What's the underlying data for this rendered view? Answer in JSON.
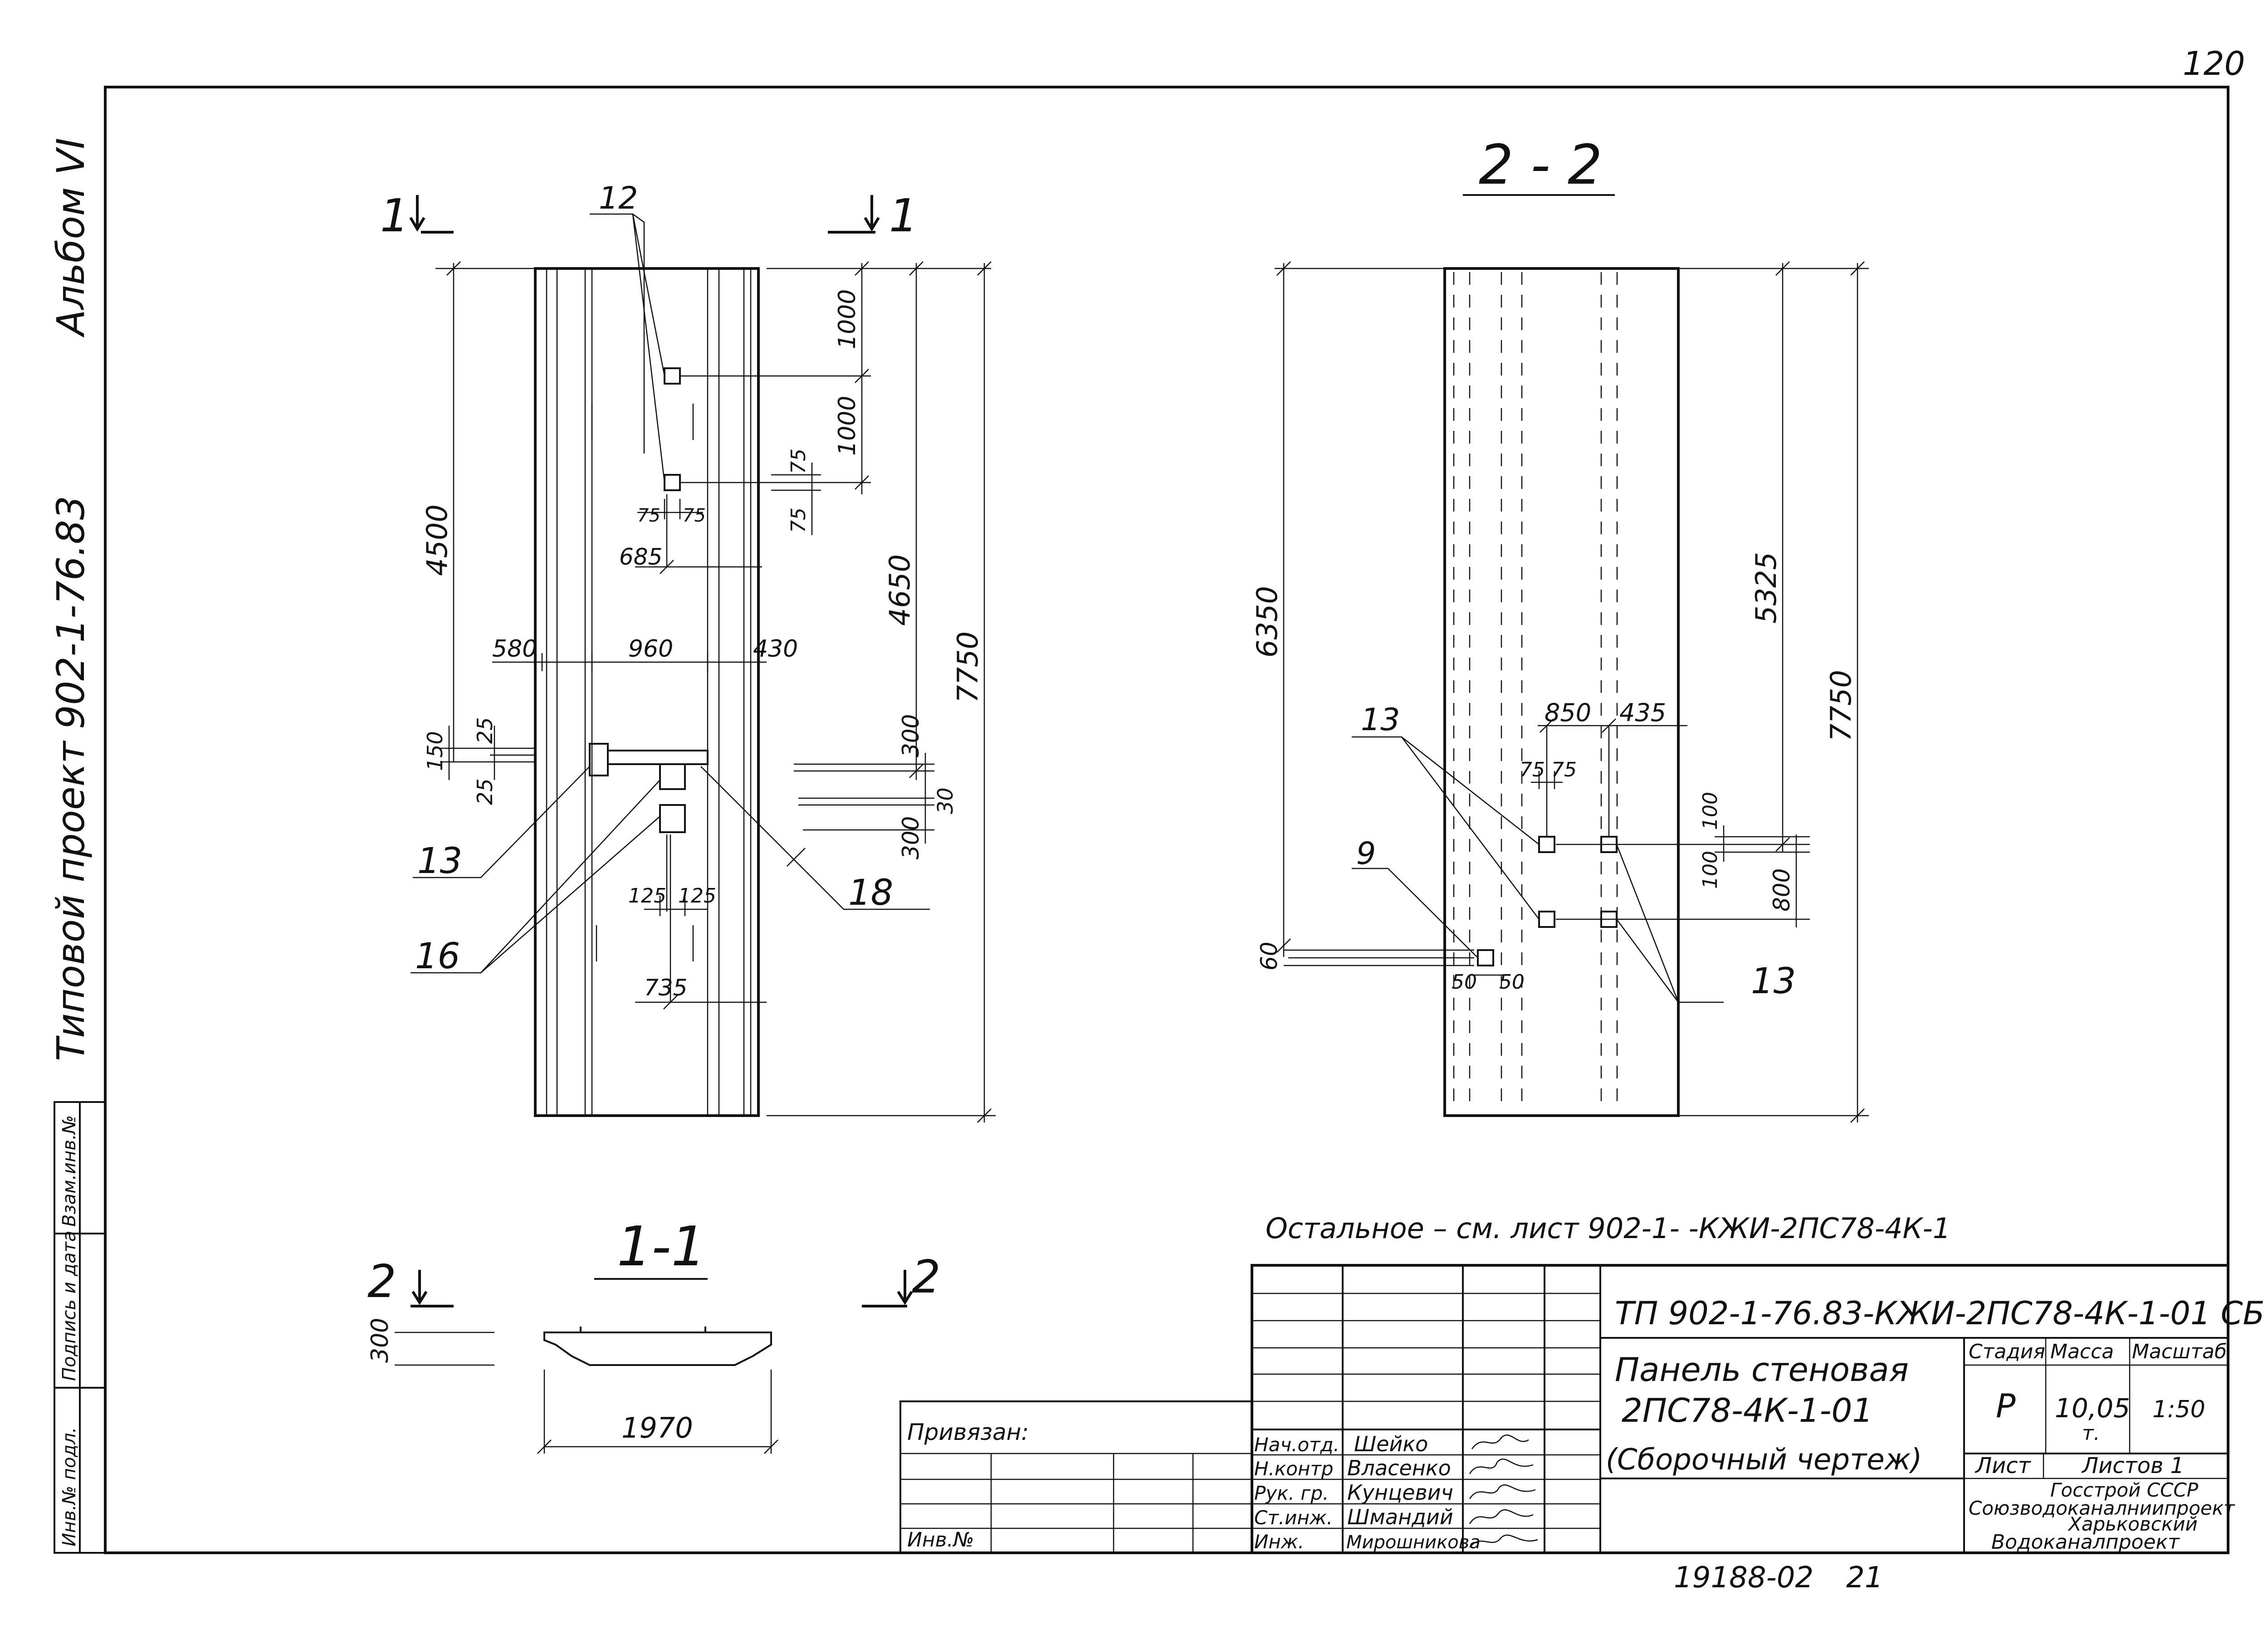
{
  "sheet": {
    "page_number": "120",
    "album": "Альбом VI",
    "project": "Типовой проект 902-1-76.83",
    "note": "Остальное – см. лист 902-1-    -КЖИ-2ПС78-4К-1",
    "bottom_code": "19188-02",
    "bottom_number": "21"
  },
  "side_stamp": [
    "Взам.инв.№",
    "Подпись и дата",
    "Инв.№ подл."
  ],
  "sections": {
    "left_cut_label": "1",
    "right_cut_label": "1",
    "view_2_2": "2 - 2",
    "view_1_1": "1-1",
    "section_marker_left": "2",
    "section_marker_right": "2"
  },
  "elevation": {
    "dims": {
      "top_1000": "1000",
      "mid_1000": "1000",
      "d75_a": "75",
      "d75_b": "75",
      "d75_c": "75",
      "d75_d": "75",
      "d685": "685",
      "d4500": "4500",
      "d4650": "4650",
      "d7750": "7750",
      "d580": "580",
      "d960": "960",
      "d430": "430",
      "d150": "150",
      "d25_a": "25",
      "d25_b": "25",
      "d300_a": "300",
      "d30": "30",
      "d300_b": "300",
      "d125_a": "125",
      "d125_b": "125",
      "d735": "735"
    },
    "callouts": {
      "c12": "12",
      "c13": "13",
      "c16": "16",
      "c18": "18"
    }
  },
  "section22": {
    "dims": {
      "d6350": "6350",
      "d5325": "5325",
      "d7750": "7750",
      "d850": "850",
      "d435": "435",
      "d75_a": "75",
      "d75_b": "75",
      "d100_a": "100",
      "d100_b": "100",
      "d800": "800",
      "d60": "60",
      "d50_a": "50",
      "d50_b": "50"
    },
    "callouts": {
      "c13_top": "13",
      "c9": "9",
      "c13_bottom": "13"
    }
  },
  "section11": {
    "d300": "300",
    "d1970": "1970"
  },
  "title_block": {
    "doc_code": "ТП 902-1-76.83-КЖИ-2ПС78-4К-1-01 СБ",
    "title_line1": "Панель стеновая",
    "title_line2": "2ПС78-4К-1-01",
    "title_line3": "(Сборочный чертеж)",
    "col_stage": "Стадия",
    "col_mass": "Масса",
    "col_scale": "Масштаб",
    "stage": "Р",
    "mass": "10,05",
    "mass_unit": "т.",
    "scale": "1:50",
    "sheet_label": "Лист",
    "sheets_label": "Листов 1",
    "org_line1": "Госстрой СССР",
    "org_line2": "Союзводоканалниипроект",
    "org_line3": "Харьковский",
    "org_line4": "Водоканалпроект",
    "bound_label": "Привязан:",
    "inv_label": "Инв.№",
    "roles": [
      {
        "role": "Нач.отд.",
        "name": "Шейко"
      },
      {
        "role": "Н.контр",
        "name": "Власенко"
      },
      {
        "role": "Рук. гр.",
        "name": "Кунцевич"
      },
      {
        "role": "Ст.инж.",
        "name": "Шмандий"
      },
      {
        "role": "Инж.",
        "name": "Мирошникова"
      }
    ]
  }
}
